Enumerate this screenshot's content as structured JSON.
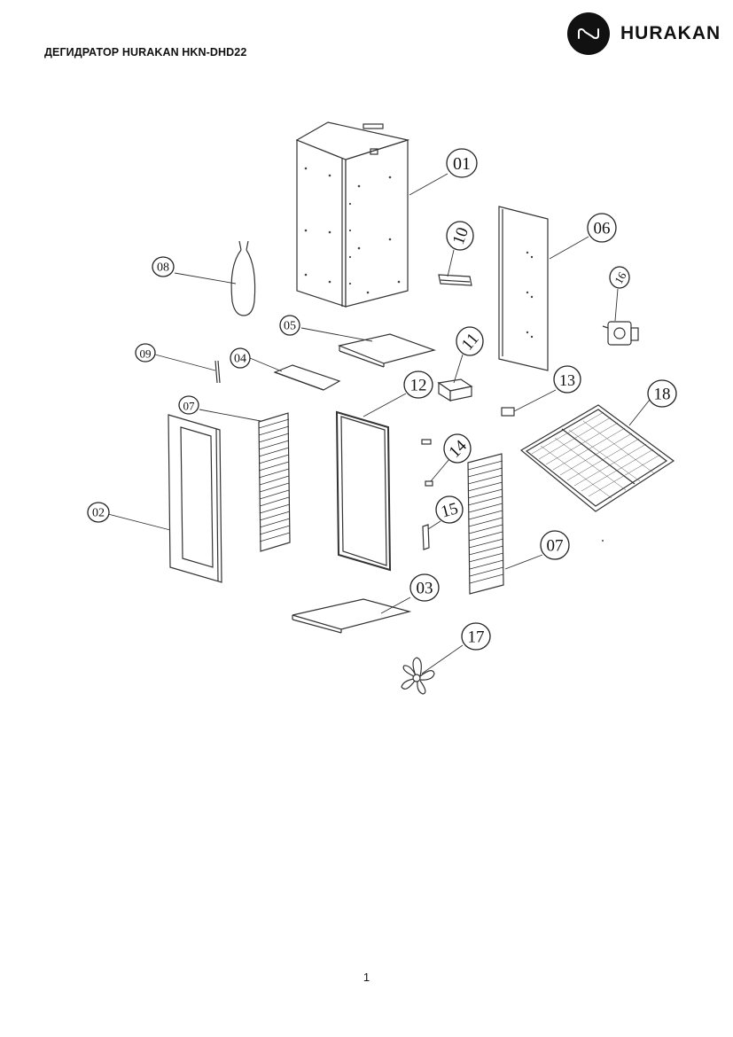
{
  "header": {
    "title": "ДЕГИДРАТОР HURAKAN HKN-DHD22",
    "brand_name": "HURAKAN",
    "brand_icon": "hurakan-logo-icon"
  },
  "diagram": {
    "labels": {
      "p01": "01",
      "p02": "02",
      "p03": "03",
      "p04": "04",
      "p05": "05",
      "p06": "06",
      "p07a": "07",
      "p07b": "07",
      "p08": "08",
      "p09": "09",
      "p10": "10",
      "p11": "11",
      "p12": "12",
      "p13": "13",
      "p14": "14",
      "p15": "15",
      "p16": "16",
      "p17": "17",
      "p18": "18"
    }
  },
  "footer": {
    "page_number": "1"
  },
  "colors": {
    "ink": "#111111",
    "line": "#333333"
  }
}
